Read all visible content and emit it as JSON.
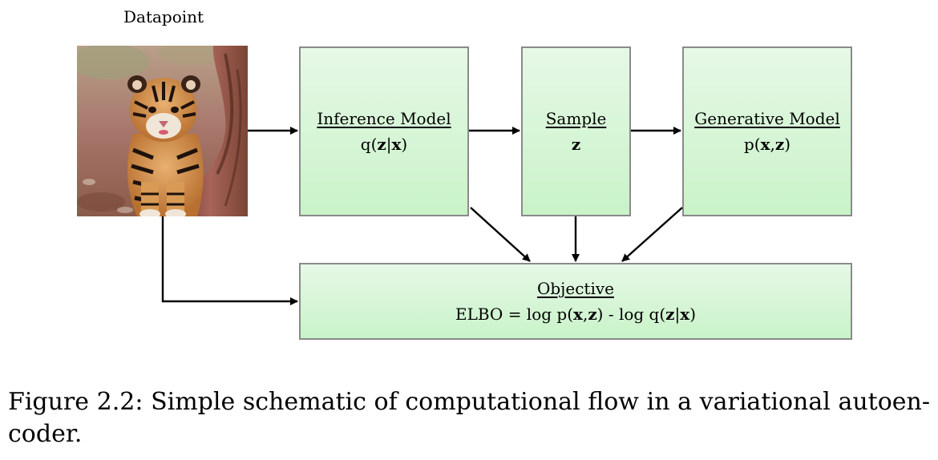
{
  "datapoint_label": "Datapoint",
  "inference": {
    "title": "Inference Model",
    "formula": {
      "pre": "q(",
      "v1": "z",
      "sep": "|",
      "v2": "x",
      "post": ")"
    }
  },
  "sample": {
    "title": "Sample",
    "var": "z"
  },
  "generative": {
    "title": "Generative Model",
    "formula": {
      "pre": "p(",
      "v1": "x",
      "sep": ",",
      "v2": "z",
      "post": ")"
    }
  },
  "objective": {
    "title": "Objective",
    "formula": {
      "a": "ELBO = log p(",
      "x1": "x",
      "c1": ",",
      "z1": "z",
      "b": ") - log q(",
      "z2": "z",
      "c2": "|",
      "x2": "x",
      "d": ")"
    }
  },
  "caption": "Figure 2.2: Simple schematic of computational flow in a variational autoen- coder.",
  "colors": {
    "box_fill_top": "#e6f8e6",
    "box_fill_bottom": "#c9f3c9",
    "box_border": "#8a8a8a",
    "arrow": "#000000"
  }
}
